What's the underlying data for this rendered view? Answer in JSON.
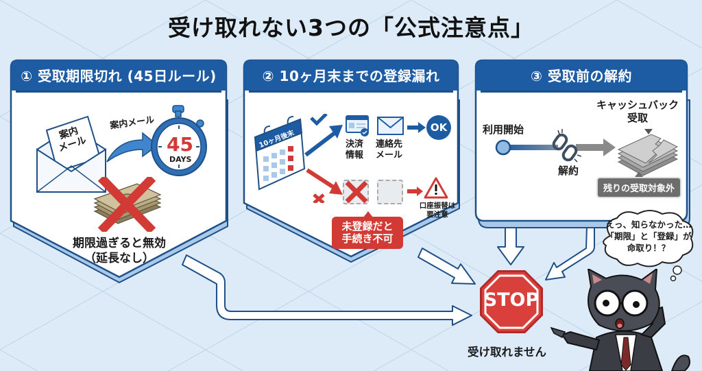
{
  "title": "受け取れない3つの「公式注意点」",
  "colors": {
    "background": "#dcebf7",
    "panel_header": "#1d5ca3",
    "panel_border": "#1e4f86",
    "panel_fill": "#ffffff",
    "panel_shadow": "#a9c9ea",
    "accent_red": "#d23b35",
    "accent_blue": "#1d5ca3",
    "gray_badge": "#6d6d6d"
  },
  "panels": [
    {
      "id": 1,
      "header": "① 受取期限切れ (45日ルール)",
      "envelope_label": "案内\nメール",
      "envelope_label_line1": "案内",
      "envelope_label_line2": "メール",
      "arrow_label": "案内メール",
      "timer_number": "45",
      "timer_unit": "DAYS",
      "result_line1": "期限過ぎると無効",
      "result_line2": "（延長なし）"
    },
    {
      "id": 2,
      "header": "② 10ヶ月末までの登録漏れ",
      "calendar_label": "10ヶ月後末",
      "item_payment_line1": "決済",
      "item_payment_line2": "情報",
      "item_mail_line1": "連絡先",
      "item_mail_line2": "メール",
      "ok_label": "OK",
      "warning_line1": "口座振替は",
      "warning_line2": "要注意",
      "error_line1": "未登録だと",
      "error_line2": "手続き不可"
    },
    {
      "id": 3,
      "header": "③ 受取前の解約",
      "start_label": "利用開始",
      "cancel_label": "解約",
      "cashback_line1": "キャッシュバック",
      "cashback_line2": "受取",
      "excluded_label": "残りの受取対象外"
    }
  ],
  "stop_sign": {
    "label": "STOP",
    "caption": "受け取れません"
  },
  "character": {
    "thought_line1": "えっ、知らなかった…",
    "thought_line2": "「期限」と「登録」が",
    "thought_line3": "命取り！？"
  }
}
